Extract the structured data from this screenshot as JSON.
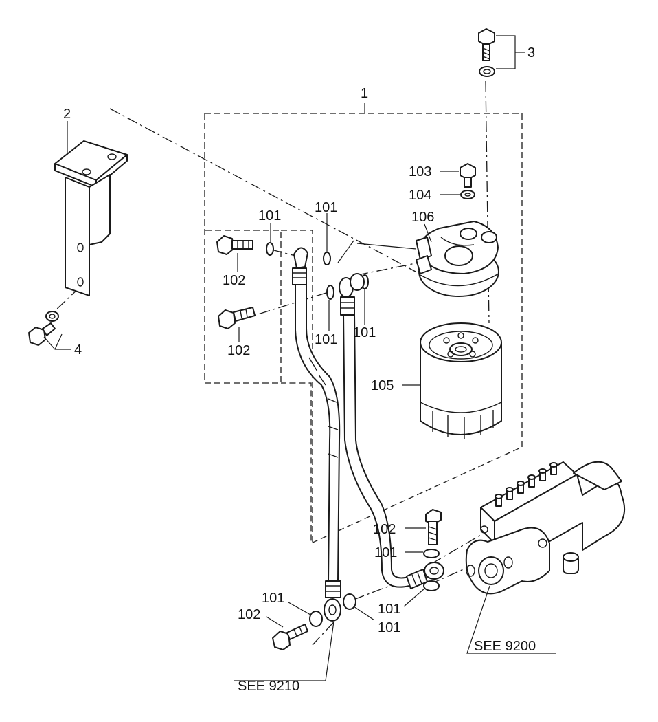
{
  "callouts": {
    "c1": "1",
    "c2": "2",
    "c3": "3",
    "c4": "4",
    "c101a": "101",
    "c101b": "101",
    "c101c": "101",
    "c101d": "101",
    "c101e": "101",
    "c101f": "101",
    "c101g": "101",
    "c101h": "101",
    "c102a": "102",
    "c102b": "102",
    "c102c": "102",
    "c102d": "102",
    "c103": "103",
    "c104": "104",
    "c105": "105",
    "c106": "106"
  },
  "references": {
    "see_9210": "SEE 9210",
    "see_9200": "SEE 9200"
  },
  "colors": {
    "line": "#1a1a1a",
    "background": "#ffffff"
  }
}
